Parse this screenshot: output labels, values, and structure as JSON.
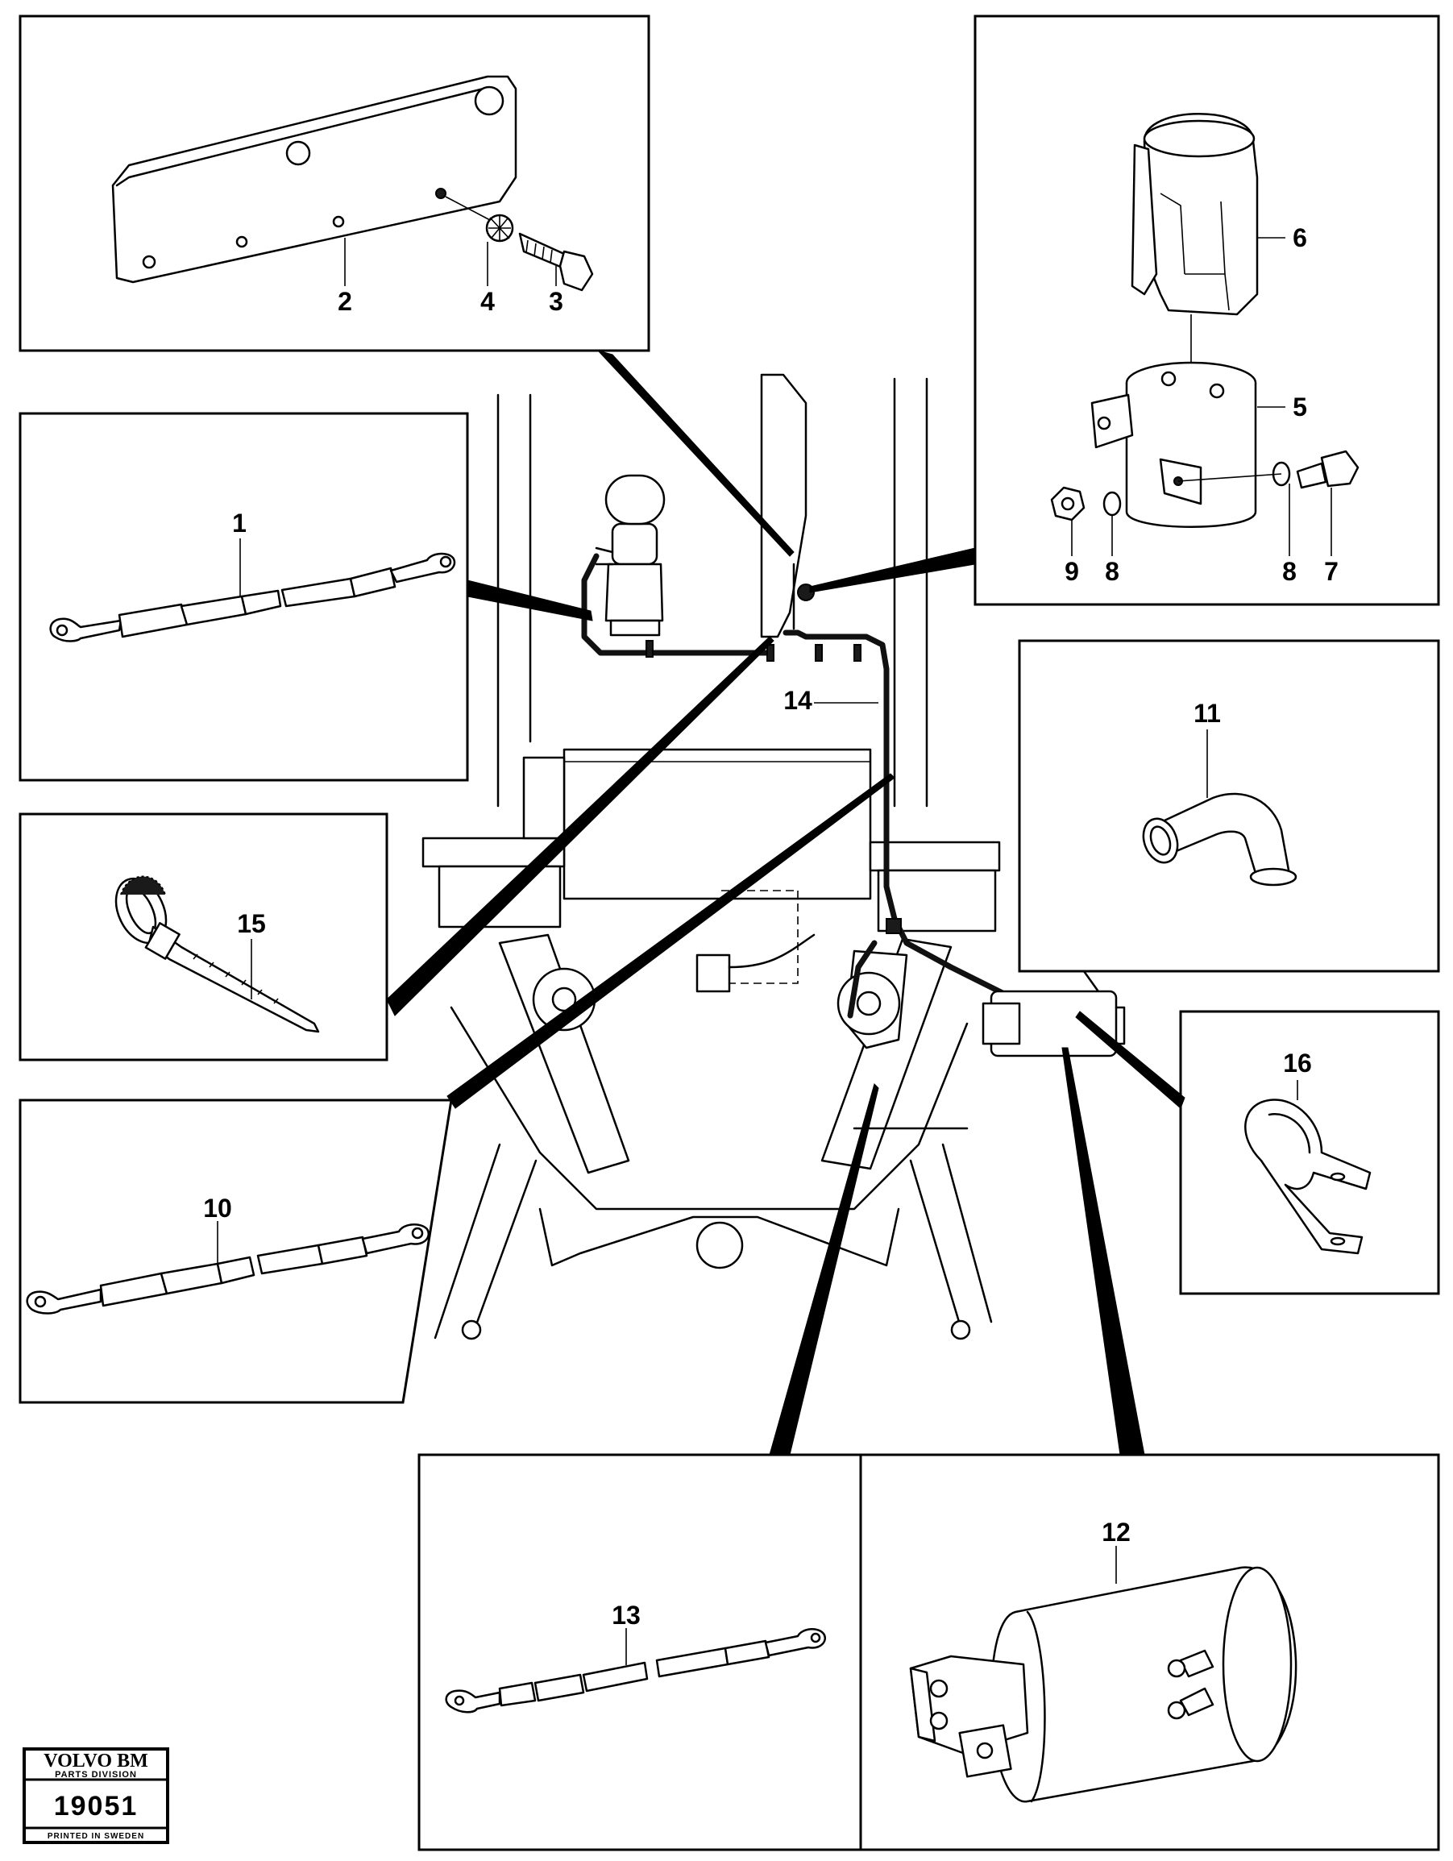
{
  "diagram": {
    "callouts": [
      {
        "id": "c1",
        "text": "1"
      },
      {
        "id": "c2",
        "text": "2"
      },
      {
        "id": "c3",
        "text": "3"
      },
      {
        "id": "c4",
        "text": "4"
      },
      {
        "id": "c5",
        "text": "5"
      },
      {
        "id": "c6",
        "text": "6"
      },
      {
        "id": "c7",
        "text": "7"
      },
      {
        "id": "c8a",
        "text": "8"
      },
      {
        "id": "c8b",
        "text": "8"
      },
      {
        "id": "c9",
        "text": "9"
      },
      {
        "id": "c10",
        "text": "10"
      },
      {
        "id": "c11",
        "text": "11"
      },
      {
        "id": "c12",
        "text": "12"
      },
      {
        "id": "c13",
        "text": "13"
      },
      {
        "id": "c14",
        "text": "14"
      },
      {
        "id": "c15",
        "text": "15"
      },
      {
        "id": "c16",
        "text": "16"
      }
    ],
    "stamp": {
      "brand": "VOLVO BM",
      "division": "PARTS DIVISION",
      "number": "19051",
      "printed": "PRINTED IN SWEDEN"
    }
  }
}
